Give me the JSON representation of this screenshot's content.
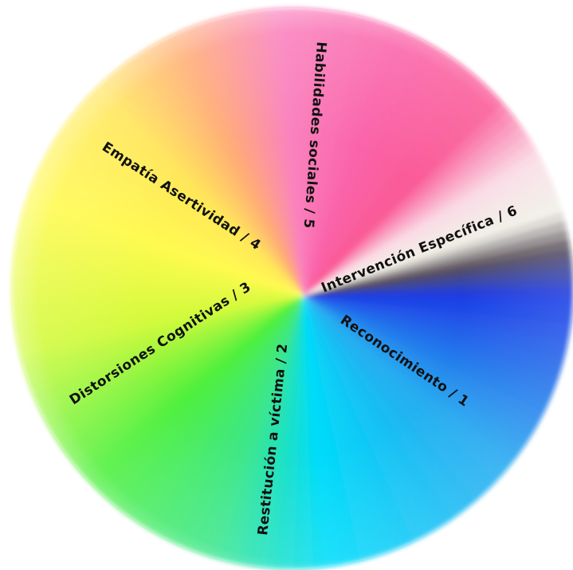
{
  "wheel": {
    "segments": [
      {
        "label": "Reconocimiento / 1"
      },
      {
        "label": "Restitución a víctima / 2"
      },
      {
        "label": "Distorsiones Cognitivas / 3"
      },
      {
        "label": "Empatía Asertividad / 4"
      },
      {
        "label": "Habilidades sociales / 5"
      },
      {
        "label": "Intervención Específica / 6"
      }
    ]
  }
}
